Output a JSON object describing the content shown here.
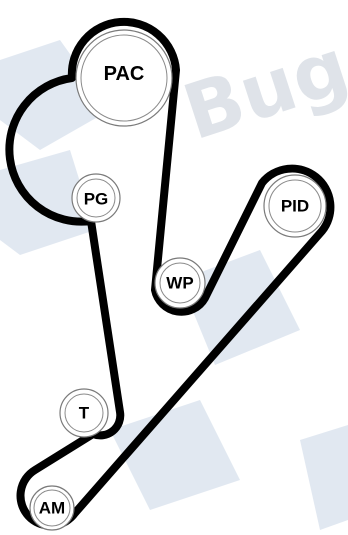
{
  "watermark": {
    "text": "Bug",
    "color": "#c9d6e6"
  },
  "belt": {
    "color": "#000000"
  },
  "pulleys": [
    {
      "id": "pac",
      "label": "PAC"
    },
    {
      "id": "pg",
      "label": "PG"
    },
    {
      "id": "pid",
      "label": "PID"
    },
    {
      "id": "wp",
      "label": "WP"
    },
    {
      "id": "t",
      "label": "T"
    },
    {
      "id": "am",
      "label": "AM"
    }
  ]
}
